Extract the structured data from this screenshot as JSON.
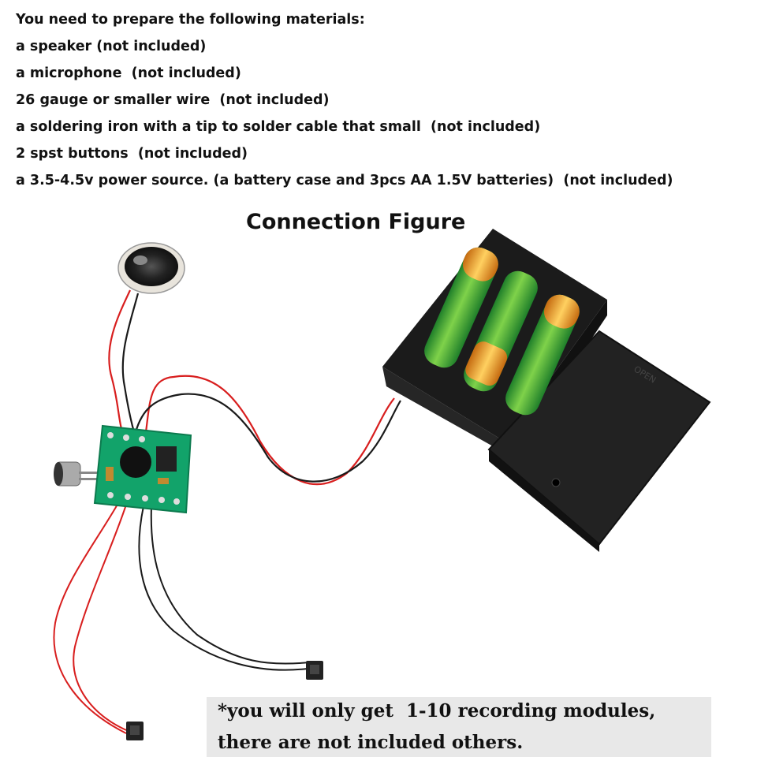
{
  "materials": {
    "heading": "You need to prepare the following materials:",
    "items": [
      "a speaker (not included)",
      "a microphone  (not included)",
      "26 gauge or smaller wire  (not included)",
      "a soldering iron with a tip to solder cable that small  (not included)",
      "2 spst buttons  (not included)",
      "a 3.5-4.5v power source. (a battery case and 3pcs AA 1.5V batteries)  (not included)"
    ]
  },
  "figure": {
    "title": "Connection Figure",
    "battery_case_label": "OPEN",
    "components": [
      "speaker-icon",
      "microphone-icon",
      "recording-module-board",
      "battery-case",
      "push-button-icon"
    ]
  },
  "note": {
    "line1": "*you will only get  1-10 recording modules,",
    "line2": "there are not included others."
  },
  "colors": {
    "pcb": "#12a36a",
    "wire_red": "#d81e1e",
    "wire_black": "#1a1a1a",
    "battery_green": "#2fa83a",
    "battery_orange": "#f0a020",
    "case": "#1b1b1b"
  }
}
